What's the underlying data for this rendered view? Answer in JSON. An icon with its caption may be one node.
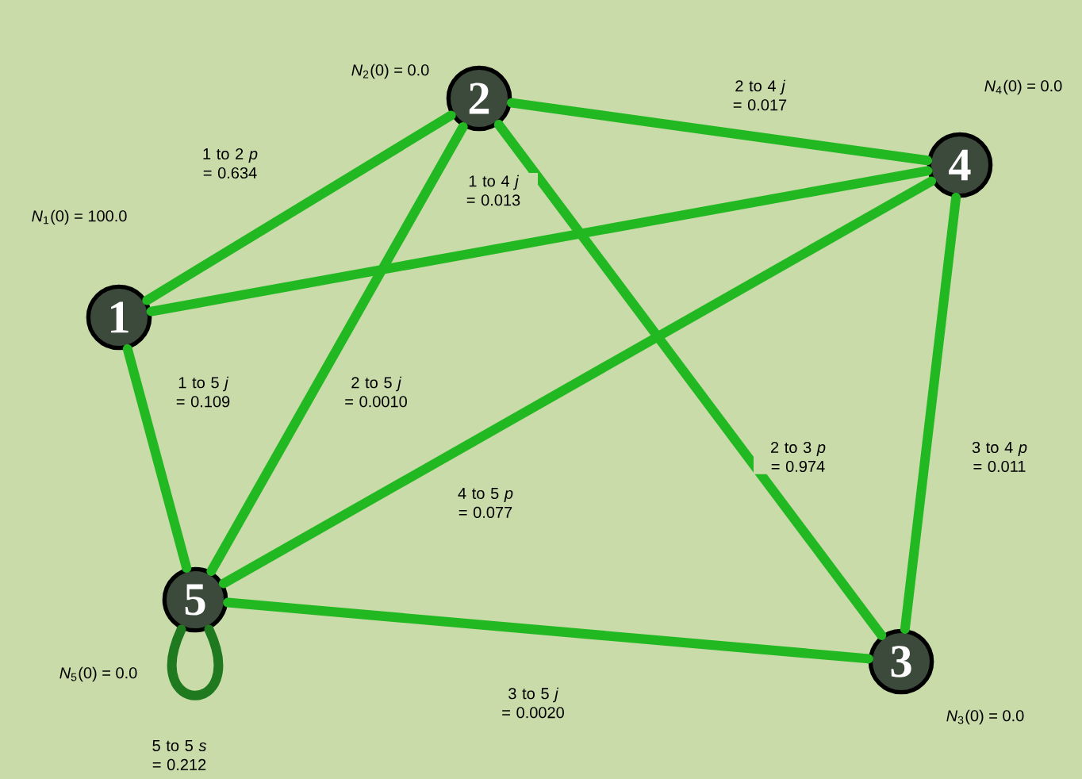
{
  "diagram": {
    "nodes": [
      {
        "text": [
          "1"
        ],
        "beside": [
          "*N*$_{1}$(0) = 100.0"
        ]
      },
      {
        "text": [
          "2"
        ],
        "beside": [
          "*N*$_{2}$(0) = 0.0"
        ]
      },
      {
        "text": [
          "3"
        ],
        "beside": [
          "*N*$_{3}$(0) = 0.0"
        ]
      },
      {
        "text": [
          "4"
        ],
        "beside": [
          "*N*$_{4}$(0) = 0.0"
        ]
      },
      {
        "text": [
          "5"
        ],
        "beside": [
          "*N*$_{5}$(0) = 0.0"
        ]
      }
    ],
    "edges": [
      {
        "from": 0,
        "to": 1,
        "arrow": "none",
        "label": "1 to 2 *p* = 0.634"
      },
      {
        "from": 1,
        "to": 3,
        "arrow": "none",
        "label": "2 to 4 *j* = 0.017"
      },
      {
        "from": 0,
        "to": 3,
        "arrow": "none",
        "label": "1 to 4 *j* = 0.013"
      },
      {
        "from": 0,
        "to": 4,
        "arrow": "none",
        "label": "1 to 5 *j* = 0.109"
      },
      {
        "from": 1,
        "to": 4,
        "arrow": "none",
        "label": "2 to 5 *j* = 0.0010"
      },
      {
        "from": 1,
        "to": 2,
        "arrow": "none",
        "label": "2 to 3 *p* = 0.974"
      },
      {
        "from": 2,
        "to": 3,
        "arrow": "none",
        "label": "3 to 4 *p* = 0.011"
      },
      {
        "from": 3,
        "to": 4,
        "arrow": "none",
        "label": "4 to 5 *p* = 0.077"
      },
      {
        "from": 2,
        "to": 4,
        "arrow": "none",
        "label": "3 to 5 *j* = 0.0020"
      },
      {
        "from": 4,
        "to": 4,
        "arrow": "none",
        "label": "5 to 5 *s* = 0.212",
        "color": "#1f7a1f"
      }
    ]
  }
}
